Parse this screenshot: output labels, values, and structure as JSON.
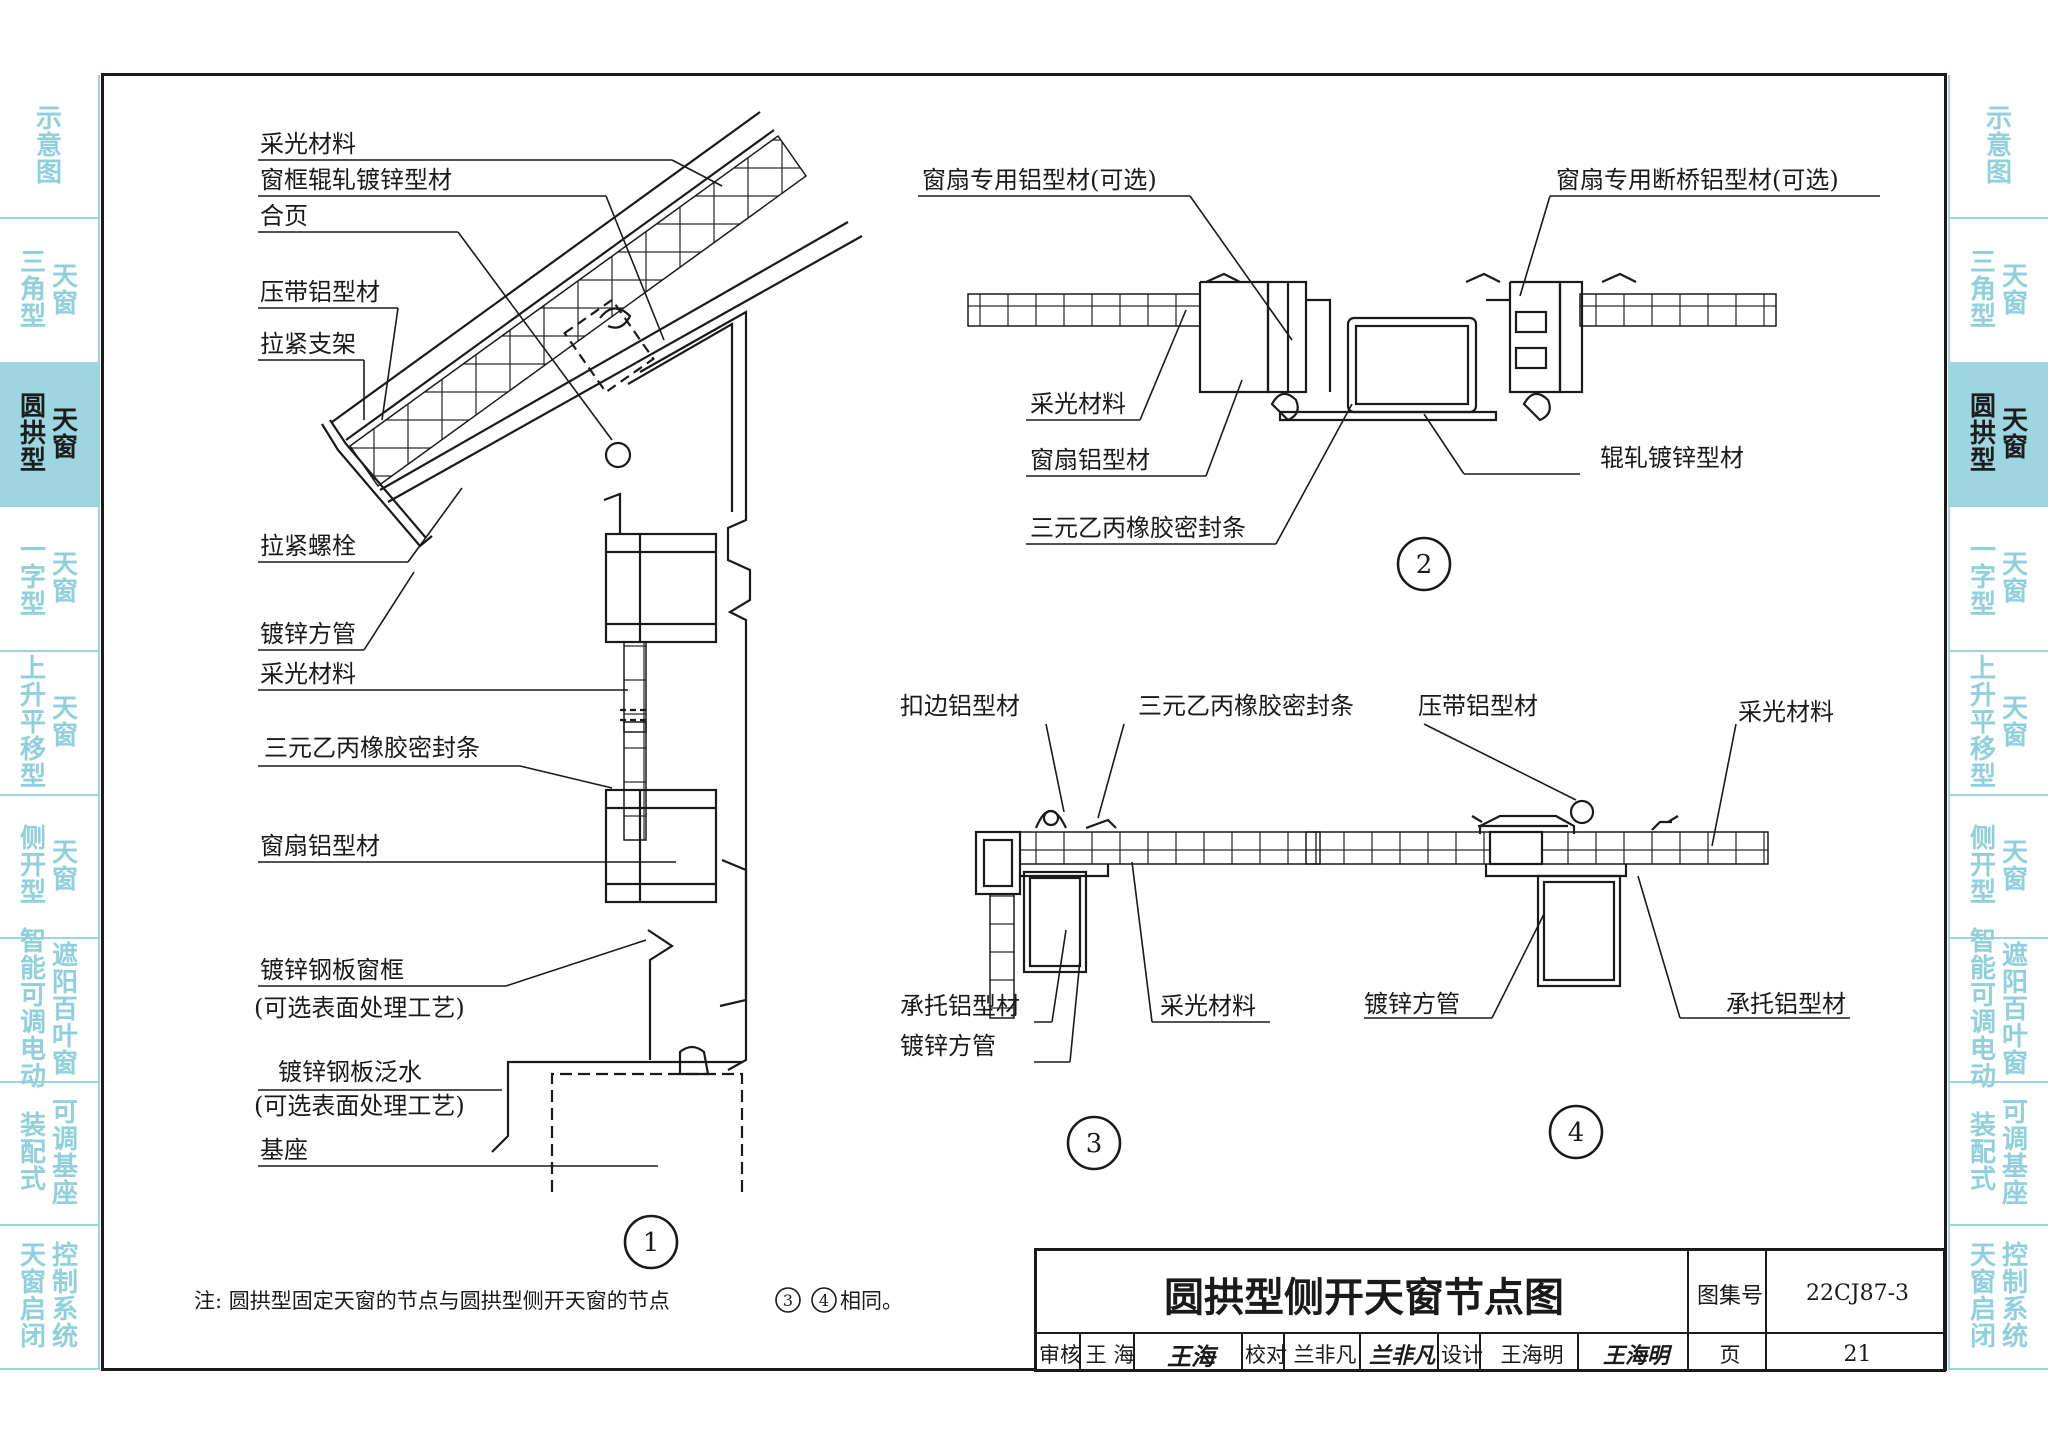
{
  "sidebar": {
    "items": [
      {
        "lines": [
          "示意图"
        ]
      },
      {
        "lines": [
          "三角型",
          "天窗"
        ]
      },
      {
        "lines": [
          "圆拱型",
          "天窗"
        ],
        "active": true
      },
      {
        "lines": [
          "一字型",
          "天窗"
        ]
      },
      {
        "lines": [
          "上升平移型",
          "天窗"
        ]
      },
      {
        "lines": [
          "侧开型",
          "天窗"
        ]
      },
      {
        "lines": [
          "智能可调电动",
          "遮阳百叶窗"
        ]
      },
      {
        "lines": [
          "装配式",
          "可调基座"
        ]
      },
      {
        "lines": [
          "天窗启闭",
          "控制系统"
        ]
      }
    ]
  },
  "detail1": {
    "labels": [
      "采光材料",
      "窗框辊轧镀锌型材",
      "合页",
      "压带铝型材",
      "拉紧支架",
      "拉紧螺栓",
      "镀锌方管",
      "采光材料",
      "三元乙丙橡胶密封条",
      "窗扇铝型材",
      "镀锌钢板窗框",
      "(可选表面处理工艺)",
      "镀锌钢板泛水",
      "(可选表面处理工艺)",
      "基座"
    ],
    "number": "1"
  },
  "detail2": {
    "labels": [
      "窗扇专用铝型材(可选)",
      "窗扇专用断桥铝型材(可选)",
      "采光材料",
      "窗扇铝型材",
      "三元乙丙橡胶密封条",
      "辊轧镀锌型材"
    ],
    "number": "2"
  },
  "detail3": {
    "labels": [
      "扣边铝型材",
      "三元乙丙橡胶密封条",
      "承托铝型材",
      "镀锌方管",
      "采光材料"
    ],
    "number": "3"
  },
  "detail4": {
    "labels": [
      "压带铝型材",
      "采光材料",
      "镀锌方管",
      "承托铝型材"
    ],
    "number": "4"
  },
  "note": {
    "text": "注: 圆拱型固定天窗的节点与圆拱型侧开天窗的节点",
    "circle3": "3",
    "circle4": "4",
    "suffix": "相同。"
  },
  "titleblock": {
    "title": "圆拱型侧开天窗节点图",
    "atlas_label": "图集号",
    "atlas_no": "22CJ87-3",
    "review_label": "审核",
    "reviewer": "王 海",
    "reviewer_sig": "王海",
    "check_label": "校对",
    "checker": "兰非凡",
    "checker_sig": "兰非凡",
    "design_label": "设计",
    "designer": "王海明",
    "designer_sig": "王海明",
    "page_label": "页",
    "page_no": "21"
  }
}
